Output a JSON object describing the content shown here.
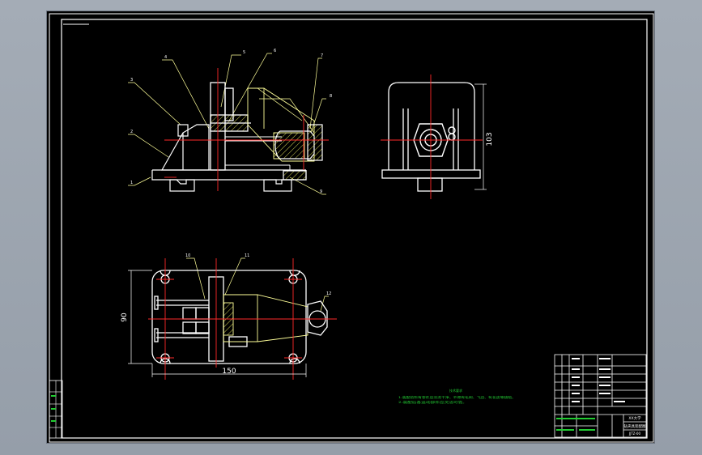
{
  "colors": {
    "background_outer": "#9aa2ad",
    "canvas": "#000000",
    "outline": "#ffffff",
    "leader": "#ffff99",
    "centerline": "#ff2a2a",
    "dimension": "#ffffff",
    "hatch": "#ffff66",
    "notes": "#22cc33"
  },
  "views": {
    "front": {
      "balloons": [
        "4",
        "5",
        "6",
        "7",
        "3",
        "8",
        "2",
        "1",
        "9"
      ]
    },
    "side": {
      "dim_height": "103"
    },
    "top": {
      "balloons": [
        "10",
        "11",
        "12"
      ],
      "dim_width": "150",
      "dim_depth": "90"
    }
  },
  "notes": {
    "heading": "技术要求",
    "lines": [
      "1.装配前所有零件应清洗干净，不得有毛刺、飞边、氧化皮等缺陷。",
      "2.装配后各运动部件应灵活可靠。"
    ]
  },
  "title_block": {
    "school": "XX大学",
    "drawing_name": "钻夹具装配图",
    "drawing_no": "JJTZ-00"
  },
  "icons": [
    "frame-border-icon",
    "crosshair-icon"
  ]
}
